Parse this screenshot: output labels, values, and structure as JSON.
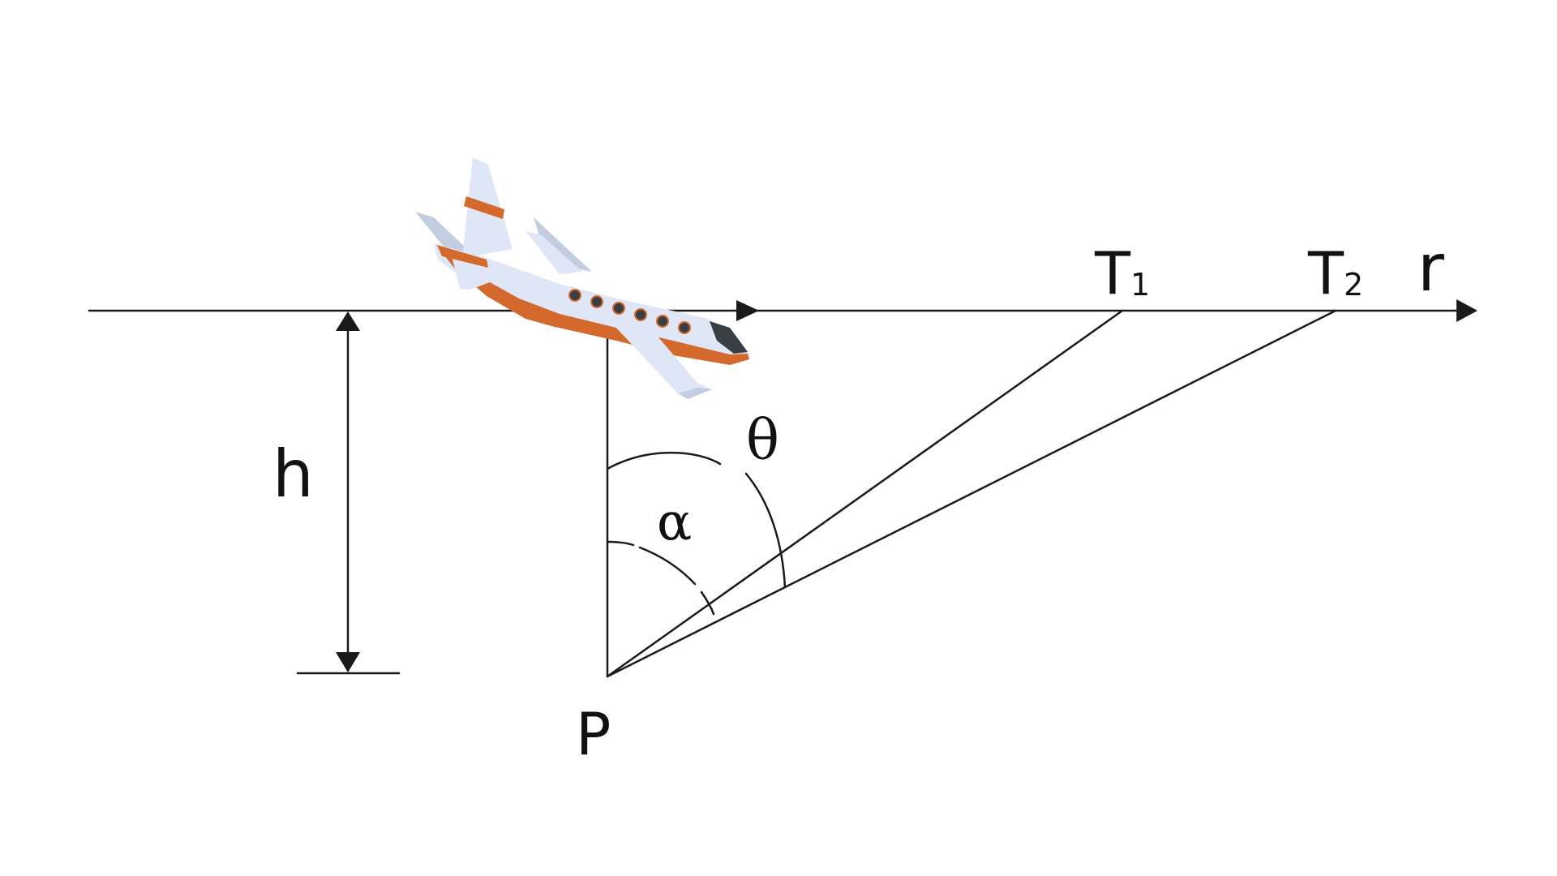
{
  "labels": {
    "height": "h",
    "point": "P",
    "target1_letter": "T",
    "target1_sub": "1",
    "target2_letter": "T",
    "target2_sub": "2",
    "axis": "r",
    "angle_theta": "θ",
    "angle_alpha": "α"
  },
  "icons": {
    "airplane": "airplane-icon"
  },
  "colors": {
    "line": "#1a1a1a",
    "plane_body": "#dfe6f5",
    "plane_shade": "#c3cde0",
    "plane_stripe": "#d4692e",
    "plane_window": "#3a3f44"
  }
}
